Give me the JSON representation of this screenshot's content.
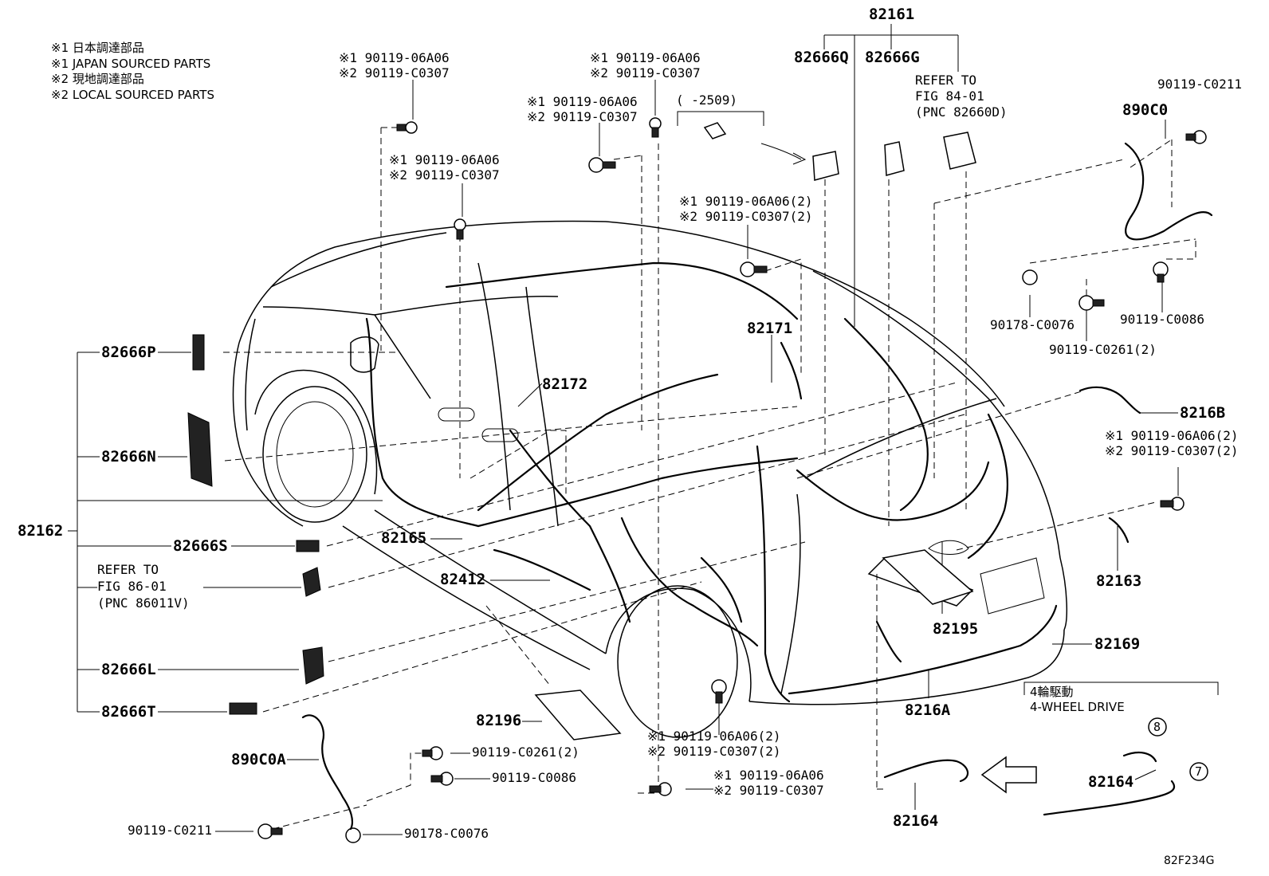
{
  "notes": {
    "n1": "※1 日本調達部品",
    "n2": "※1 JAPAN SOURCED PARTS",
    "n3": "※2 現地調達部品",
    "n4": "※2 LOCAL SOURCED PARTS"
  },
  "fasteners": {
    "pair1a": "※1 90119-06A06",
    "pair1b": "※2 90119-C0307",
    "pair2a": "※1 90119-06A06",
    "pair2b": "※2 90119-C0307",
    "pair3a": "※1 90119-06A06",
    "pair3b": "※2 90119-C0307",
    "pair4a": "※1 90119-06A06",
    "pair4b": "※2 90119-C0307",
    "pair5a": "※1 90119-06A06(2)",
    "pair5b": "※2 90119-C0307(2)",
    "pair6a": "※1 90119-06A06(2)",
    "pair6b": "※2 90119-C0307(2)",
    "pair7a": "※1 90119-06A06(2)",
    "pair7b": "※2 90119-C0307(2)",
    "pair8a": "※1 90119-06A06",
    "pair8b": "※2 90119-C0307",
    "c0211_r": "90119-C0211",
    "c0076_r": "90178-C0076",
    "c0086_r": "90119-C0086",
    "c0261_r": "90119-C0261(2)",
    "c0261_l": "90119-C0261(2)",
    "c0086_l": "90119-C0086",
    "c0211_l": "90119-C0211",
    "c0076_l": "90178-C0076"
  },
  "parts": {
    "p82161": "82161",
    "p82666Q": "82666Q",
    "p82666G": "82666G",
    "p890C0": "890C0",
    "p82666P": "82666P",
    "p82666N": "82666N",
    "p82162": "82162",
    "p82666S": "82666S",
    "p82666L": "82666L",
    "p82666T": "82666T",
    "p82172": "82172",
    "p82171": "82171",
    "p82165": "82165",
    "p82412": "82412",
    "p8216B": "8216B",
    "p82163": "82163",
    "p82195": "82195",
    "p82169": "82169",
    "p8216A": "8216A",
    "p82196": "82196",
    "p890C0A": "890C0A",
    "p82164a": "82164",
    "p82164b": "82164"
  },
  "refs": {
    "r1a": "REFER TO",
    "r1b": "FIG 84-01",
    "r1c": "(PNC 82660D)",
    "r2a": "REFER TO",
    "r2b": "FIG 86-01",
    "r2c": "(PNC 86011V)"
  },
  "range_note": "(   -2509)",
  "fwd": {
    "jp": "4輪駆動",
    "en": "4-WHEEL DRIVE"
  },
  "circles": {
    "c8": "8",
    "c7": "7"
  },
  "figure_code": "82F234G"
}
